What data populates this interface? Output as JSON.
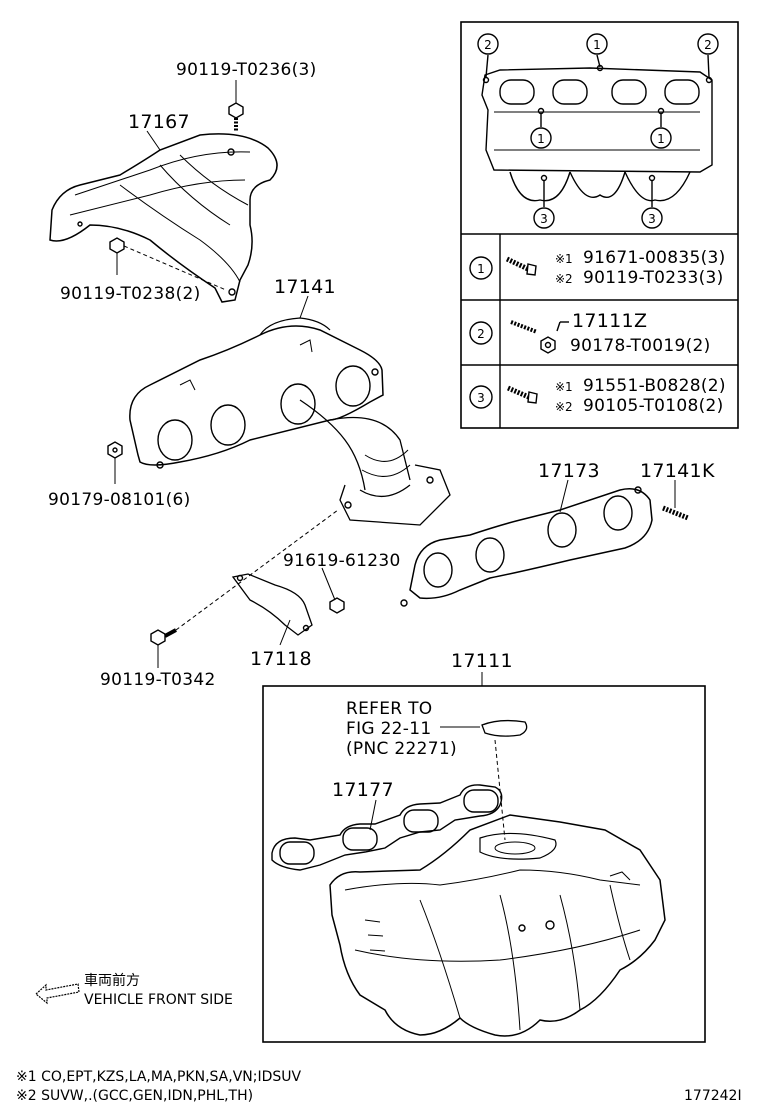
{
  "parts": {
    "p90119_T0236": "90119-T0236(3)",
    "p17167": "17167",
    "p90119_T0238": "90119-T0238(2)",
    "p17141": "17141",
    "p90179_08101": "90179-08101(6)",
    "p17173": "17173",
    "p17141K": "17141K",
    "p91619_61230": "91619-61230",
    "p17118": "17118",
    "p90119_T0342": "90119-T0342",
    "p17111": "17111",
    "p17177": "17177"
  },
  "refer": {
    "line1": "REFER TO",
    "line2": "FIG 22-11",
    "line3": "(PNC 22271)"
  },
  "callouts": {
    "one": "1",
    "two": "2",
    "three": "3"
  },
  "legend_table": {
    "row1": {
      "marks": [
        "※1",
        "※2"
      ],
      "parts": [
        "91671-00835(3)",
        "90119-T0233(3)"
      ]
    },
    "row2": {
      "parts": [
        "17111Z",
        "90178-T0019(2)"
      ]
    },
    "row3": {
      "marks": [
        "※1",
        "※2"
      ],
      "parts": [
        "91551-B0828(2)",
        "90105-T0108(2)"
      ]
    }
  },
  "direction": {
    "japanese": "車両前方",
    "english": "VEHICLE FRONT SIDE"
  },
  "footnotes": {
    "note1": "※1 CO,EPT,KZS,LA,MA,PKN,SA,VN;IDSUV",
    "note2": "※2 SUVW,.(GCC,GEN,IDN,PHL,TH)"
  },
  "figure_id": "177242I"
}
